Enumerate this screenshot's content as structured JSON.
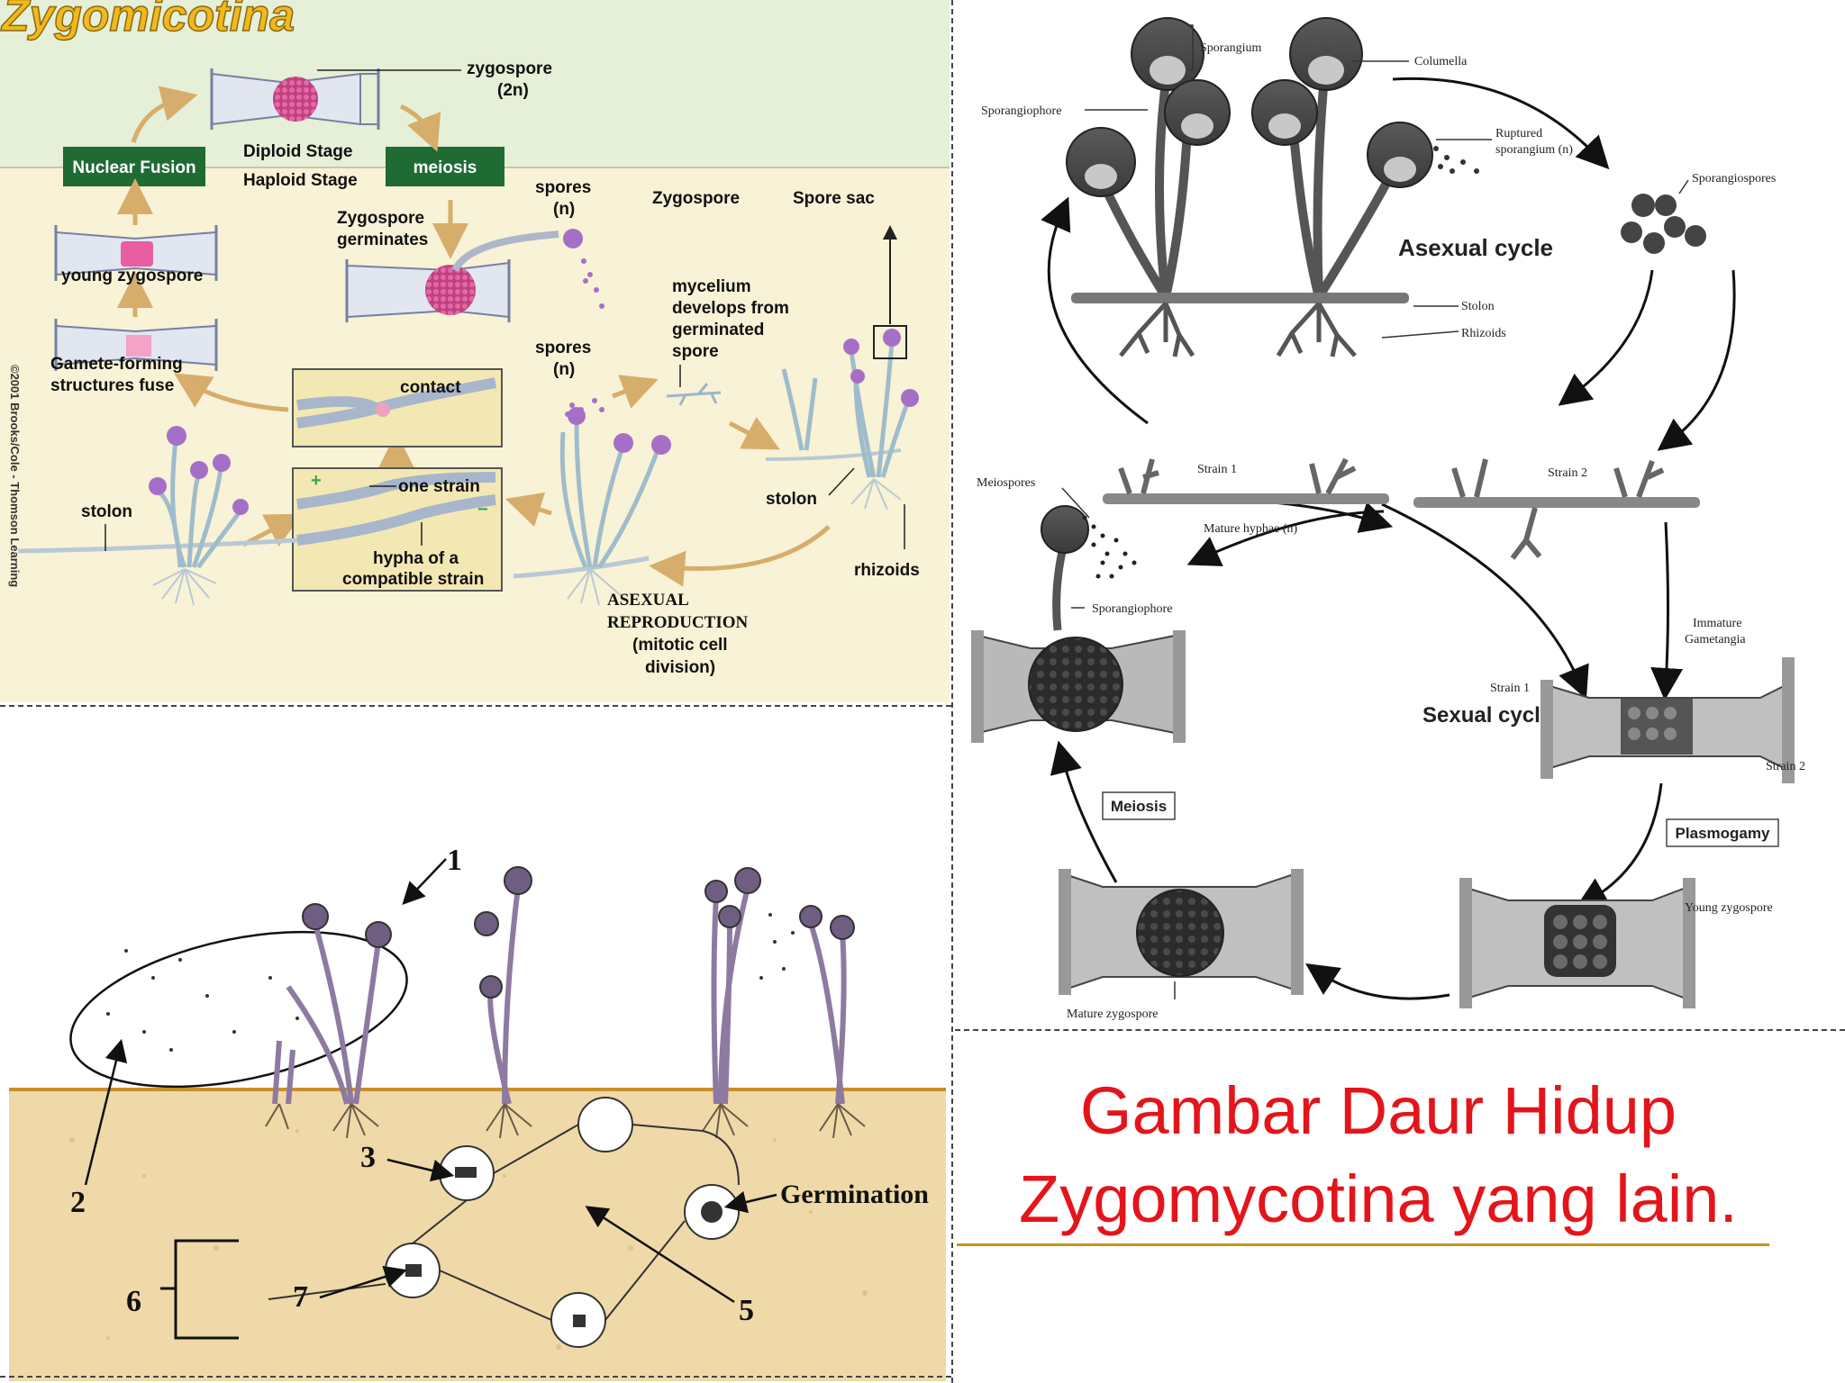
{
  "panel_a": {
    "title": "Zygomicotina",
    "zygospore_2n": "zygospore",
    "zygospore_2n_sub": "(2n)",
    "nuclear_fusion": "Nuclear Fusion",
    "diploid_stage": "Diploid Stage",
    "haploid_stage": "Haploid Stage",
    "meiosis": "meiosis",
    "zygospore_germinates_1": "Zygospore",
    "zygospore_germinates_2": "germinates",
    "spores_1": "spores",
    "spores_1_sub": "(n)",
    "zygospore": "Zygospore",
    "spore_sac": "Spore sac",
    "young_zygospore": "young zygospore",
    "mycelium_1": "mycelium",
    "mycelium_2": "develops from",
    "mycelium_3": "germinated",
    "mycelium_4": "spore",
    "gamete_1": "Gamete-forming",
    "gamete_2": "structures fuse",
    "spores_2": "spores",
    "spores_2_sub": "(n)",
    "contact": "contact",
    "copyright": "©2001 Brooks/Cole - Thomson Learning",
    "stolon_left": "stolon",
    "one_strain": "one strain",
    "hypha_1": "hypha of a",
    "hypha_2": "compatible strain",
    "stolon_right": "stolon",
    "rhizoids": "rhizoids",
    "asexual_1": "ASEXUAL",
    "asexual_2": "REPRODUCTION",
    "asexual_3": "(mitotic cell",
    "asexual_4": "division)"
  },
  "panel_b": {
    "n1": "1",
    "n2": "2",
    "n3": "3",
    "n5": "5",
    "n6": "6",
    "n7": "7",
    "germination": "Germination"
  },
  "panel_c": {
    "sporangium": "Sporangium",
    "columella": "Columella",
    "sporangiophore_top": "Sporangiophore",
    "ruptured_1": "Ruptured",
    "ruptured_2": "sporangium (n)",
    "sporangiospores": "Sporangiospores",
    "asexual_cycle": "Asexual cycle",
    "stolon": "Stolon",
    "rhizoids": "Rhizoids",
    "strain1": "Strain 1",
    "strain2": "Strain 2",
    "meiospores": "Meiospores",
    "mature_hyphae": "Mature hyphae (n)",
    "sporangiophore_bottom": "Sporangiophore",
    "immature_1": "Immature",
    "immature_2": "Gametangia",
    "strain1_b": "Strain 1",
    "sexual_cycle": "Sexual cycle",
    "strain2_b": "Strain 2",
    "meiosis": "Meiosis",
    "plasmogamy": "Plasmogamy",
    "young_zygospore": "Young zygospore",
    "mature_zygospore": "Mature zygospore"
  },
  "caption": {
    "line1": "Gambar Daur Hidup",
    "line2": "Zygomycotina yang lain."
  },
  "colors": {
    "caption": "#e3151b",
    "green_box": "#1f6b33",
    "tan_bg": "#f8f2d6",
    "green_bg": "#e6efd7",
    "soil": "#efd9a8",
    "purple": "#a66fc7"
  }
}
